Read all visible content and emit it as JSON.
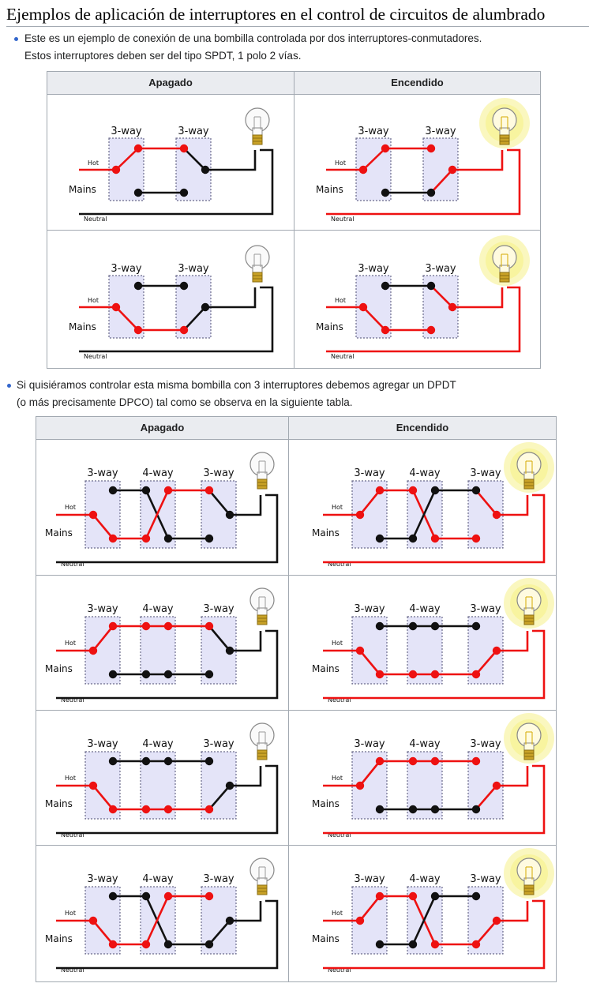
{
  "heading": "Ejemplos de aplicación de interruptores en el control de circuitos de alumbrado",
  "intro_line1": "Este es un ejemplo de conexión de una bombilla controlada por dos interruptores-conmutadores.",
  "intro_line2": "Estos interruptores deben ser del tipo SPDT, 1 polo 2 vías.",
  "table1": {
    "col_off": "Apagado",
    "col_on": "Encendido",
    "diagrams": [
      {
        "lamp_on": false,
        "t1": "up",
        "t2": "up"
      },
      {
        "lamp_on": true,
        "t1": "up",
        "t2": "down"
      },
      {
        "lamp_on": false,
        "t1": "down",
        "t2": "down"
      },
      {
        "lamp_on": true,
        "t1": "down",
        "t2": "up"
      }
    ]
  },
  "second_line1": "Si quisiéramos controlar esta misma bombilla con 3 interruptores debemos agregar un DPDT",
  "second_line2": "(o más precisamente DPCO) tal como se observa en la siguiente tabla.",
  "table2": {
    "col_off": "Apagado",
    "col_on": "Encendido",
    "diagrams": [
      {
        "lamp_on": false,
        "s1": "down",
        "m": "cross",
        "s3": "up"
      },
      {
        "lamp_on": true,
        "s1": "up",
        "m": "cross",
        "s3": "up"
      },
      {
        "lamp_on": false,
        "s1": "up",
        "m": "straight",
        "s3": "up"
      },
      {
        "lamp_on": true,
        "s1": "down",
        "m": "straight",
        "s3": "down"
      },
      {
        "lamp_on": false,
        "s1": "down",
        "m": "straight",
        "s3": "down"
      },
      {
        "lamp_on": true,
        "s1": "up",
        "m": "straight",
        "s3": "down"
      },
      {
        "lamp_on": false,
        "s1": "down",
        "m": "cross",
        "s3": "down"
      },
      {
        "lamp_on": true,
        "s1": "up",
        "m": "cross",
        "s3": "down"
      }
    ]
  },
  "labels": {
    "three_way": "3-way",
    "four_way": "4-way",
    "hot": "Hot",
    "mains": "Mains",
    "neutral": "Neutral"
  },
  "colors": {
    "live": "#ee1111",
    "wire": "#111111",
    "switch_fill": "#e4e4f8",
    "switch_border": "#6a6a8a",
    "glow": "#f6f18a",
    "bullet": "#3366cc"
  }
}
